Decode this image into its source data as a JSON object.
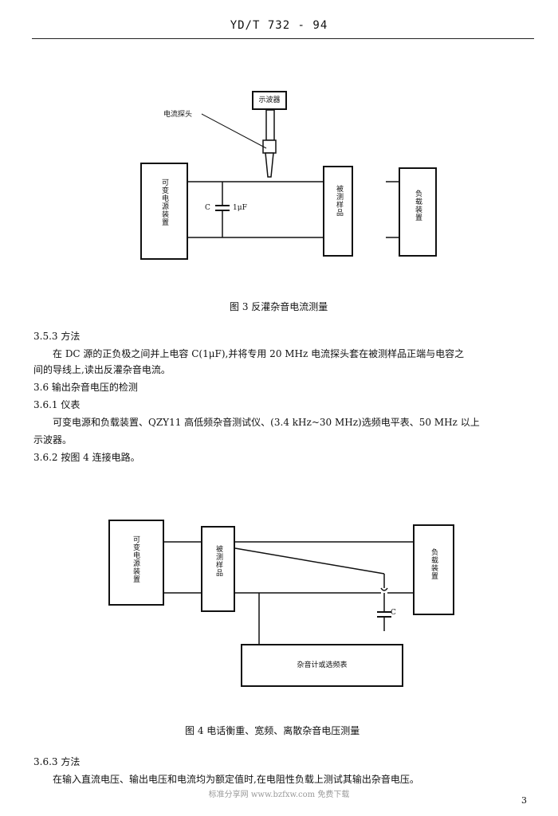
{
  "header": {
    "standard_no": "YD/T 732 - 94"
  },
  "figure3": {
    "oscilloscope": "示波器",
    "probe_label": "电流探头",
    "power_supply": "可变电源装置",
    "cap_c": "C",
    "cap_value": "1μF",
    "sample": "被测样品",
    "load": "负载装置",
    "caption": "图 3 反灌杂音电流测量"
  },
  "section_353": {
    "heading": "3.5.3 方法",
    "line1": "在 DC 源的正负极之间并上电容 C(1μF),并将专用 20 MHz 电流探头套在被测样品正端与电容之",
    "line2": "间的导线上,读出反灌杂音电流。"
  },
  "section_36": {
    "heading": "3.6 输出杂音电压的检测"
  },
  "section_361": {
    "heading": "3.6.1 仪表",
    "line1": "可变电源和负载装置、QZY11 高低频杂音测试仪、(3.4 kHz~30 MHz)选频电平表、50 MHz 以上",
    "line2": "示波器。"
  },
  "section_362": {
    "text": "3.6.2 按图 4 连接电路。"
  },
  "figure4": {
    "power_supply": "可变电源装置",
    "sample": "被测样品",
    "load": "负载装置",
    "cap_c": "C",
    "meter": "杂音计或选频表",
    "caption": "图 4 电话衡重、宽频、离散杂音电压测量"
  },
  "section_363": {
    "heading": "3.6.3 方法",
    "line1": "在输入直流电压、输出电压和电流均为额定值时,在电阻性负载上测试其输出杂音电压。"
  },
  "footer": {
    "watermark": "标准分享网 www.bzfxw.com 免费下载",
    "page": "3"
  }
}
